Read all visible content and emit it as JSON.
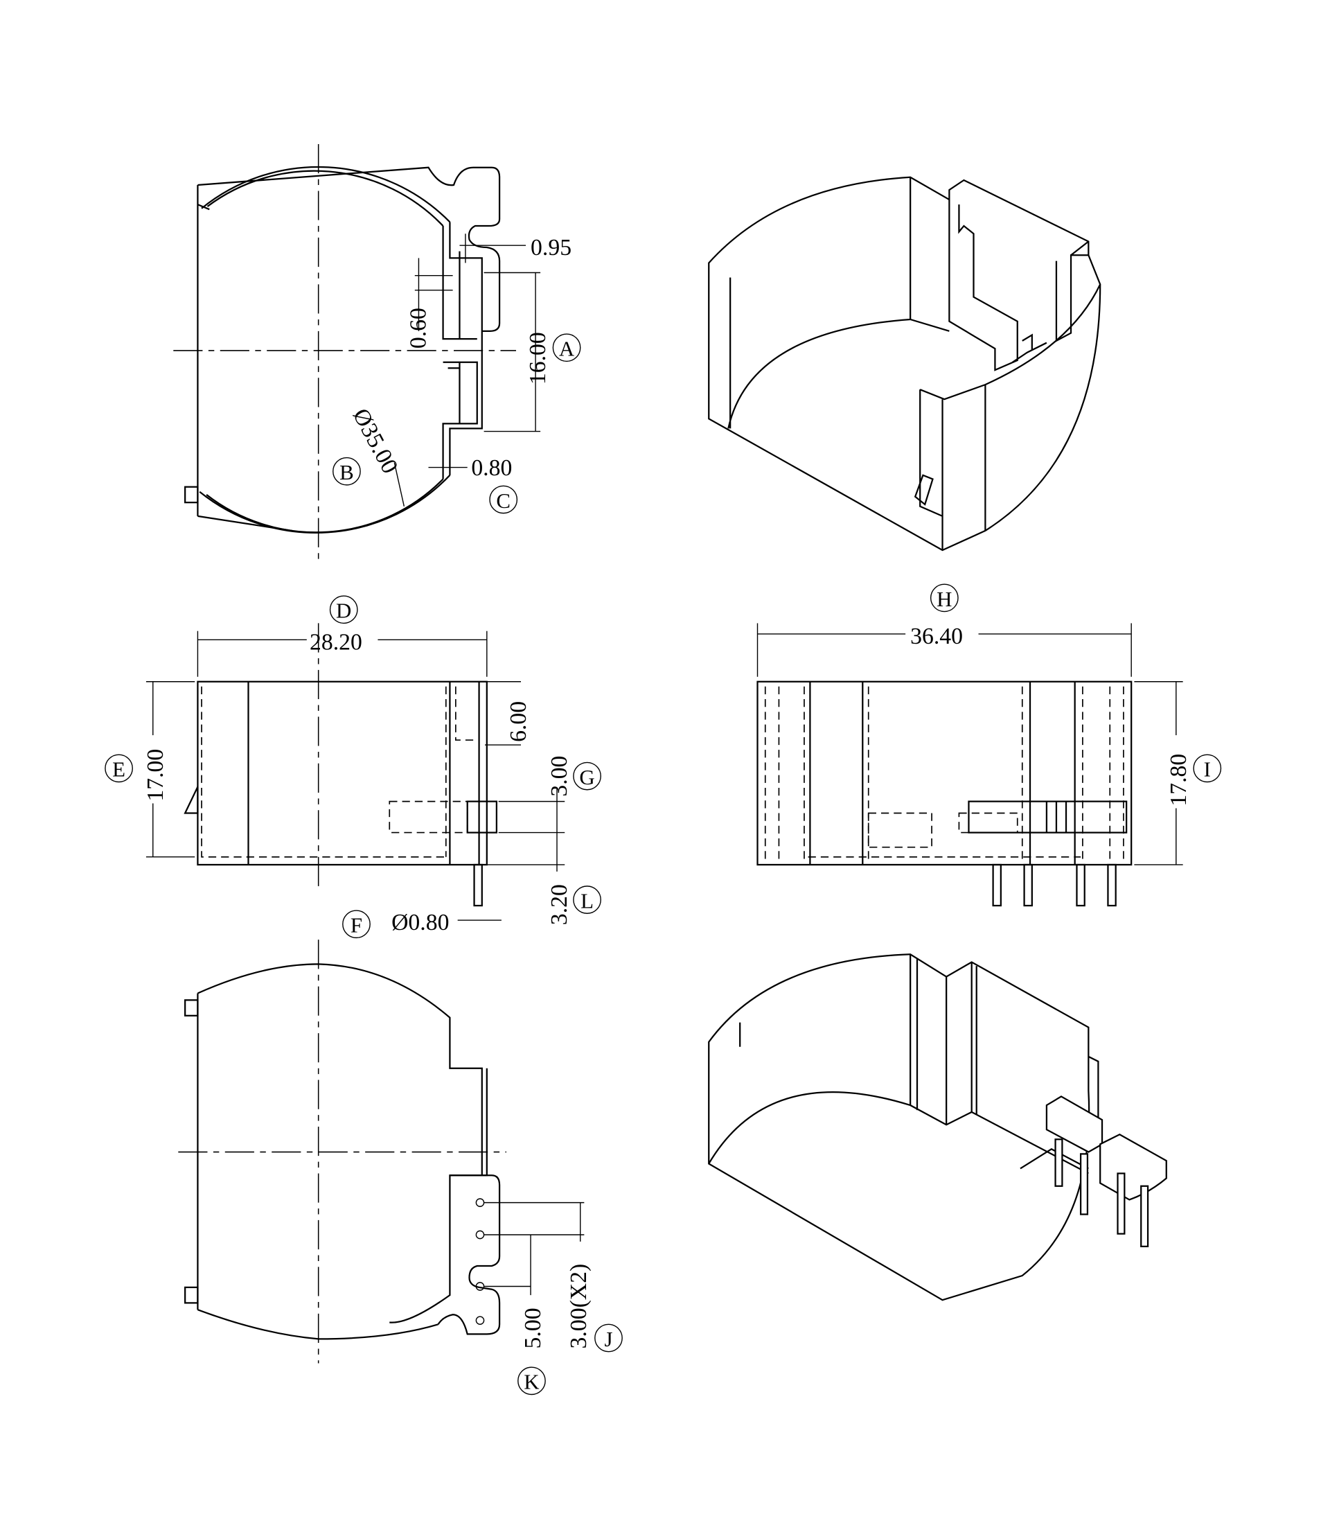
{
  "dimensions": {
    "slot_gap": "0.95",
    "tab_thickness": "0.60",
    "window_height": "16.00",
    "diameter": "Ø35.00",
    "wall_thickness": "0.80",
    "body_width": "28.20",
    "body_height": "17.00",
    "slot_depth": "6.00",
    "tab_height": "3.00",
    "pin_length": "3.20",
    "pin_diameter": "Ø0.80",
    "overall_length": "36.40",
    "overall_height": "17.80",
    "pin_offset": "5.00",
    "pin_pitch": "3.00(X2)"
  },
  "labels": {
    "A": "A",
    "B": "B",
    "C": "C",
    "D": "D",
    "E": "E",
    "F": "F",
    "G": "G",
    "H": "H",
    "I": "I",
    "J": "J",
    "K": "K",
    "L": "L"
  }
}
